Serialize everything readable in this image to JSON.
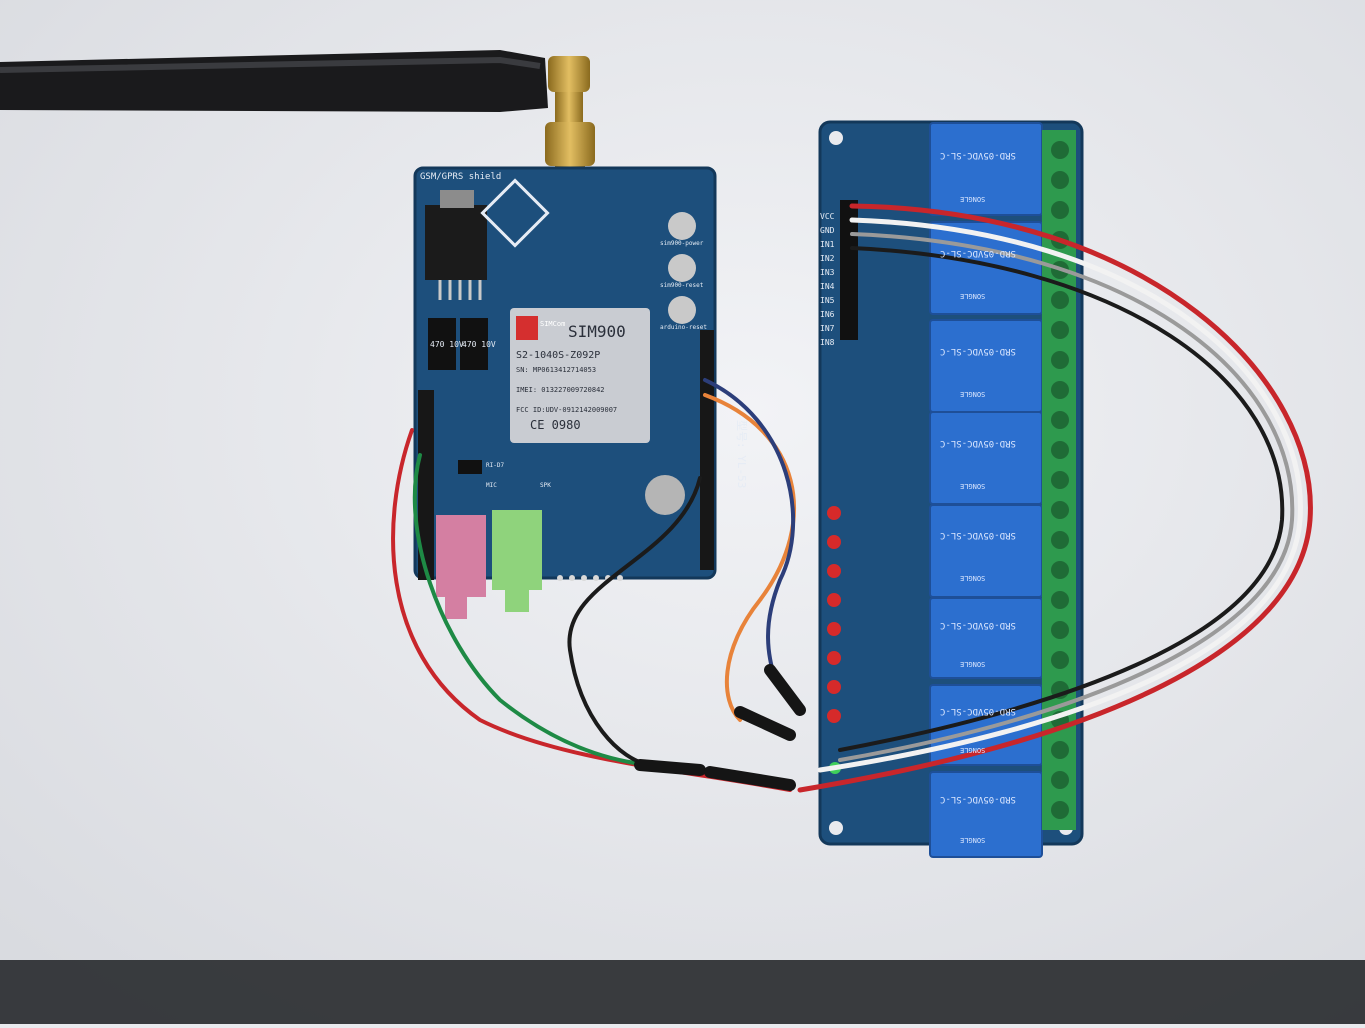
{
  "gsm_shield": {
    "title": "GSM/GPRS shield",
    "module": {
      "brand": "SIMCom",
      "name": "SIM900",
      "part": "S2-1040S-Z092P",
      "serial": "SN: MP0613412714053",
      "imei": "IMEI: 013227009720842",
      "fcc": "FCC ID:UDV-0912142009007",
      "ce": "CE 0980"
    },
    "caps": [
      "470 10V",
      "470 10V"
    ],
    "buttons": [
      "sim900-power",
      "sim900-reset",
      "arduino-reset"
    ],
    "audio_labels": [
      "MIC",
      "SPK"
    ],
    "jumper_label": "RI-D7"
  },
  "relay_board": {
    "header_pins": [
      "VCC",
      "GND",
      "IN1",
      "IN2",
      "IN3",
      "IN4",
      "IN5",
      "IN6",
      "IN7",
      "IN8"
    ],
    "model": "型号: YL-53",
    "relay_labels": [
      "SRD-05VDC-SL-C",
      "SRD-05VDC-SL-C",
      "SRD-05VDC-SL-C",
      "SRD-05VDC-SL-C",
      "SRD-05VDC-SL-C",
      "SRD-05VDC-SL-C",
      "SRD-05VDC-SL-C",
      "SRD-05VDC-SL-C"
    ],
    "relay_brand": "SONGLE"
  },
  "colors": {
    "background": "#e9eaee",
    "pcb": "#1d4f7c",
    "relay": "#2c6fcf",
    "terminal": "#2e9a4e",
    "wire_red": "#c8262b",
    "wire_black": "#1b1b1b",
    "wire_white": "#f2f2f2",
    "wire_green": "#1e8a45",
    "wire_orange": "#e8833a",
    "wire_blue": "#2c3e7a"
  }
}
